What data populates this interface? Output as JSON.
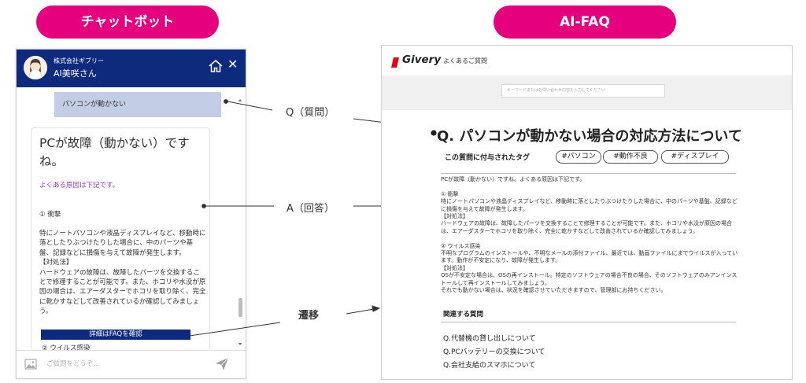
{
  "pills": {
    "chatbot": "チャットボット",
    "faq": "AI-FAQ"
  },
  "chatbot": {
    "company": "株式会社ギブリー",
    "bot_name": "AI美咲さん",
    "question": "パソコンが動かない",
    "answer_title": "PCが故障（動かない）ですね。",
    "answer_sub": "よくある原因は下記です。",
    "answer_heading": "① 衝撃",
    "answer_body": "特にノートパソコンや液晶ディスプレイなど、移動時に落としたりぶつけたりした場合に、中のパーツや基盤、記録などに損傷を与えて故障が発生します。\n【対処法】\nハードウェアの故障は、故障したパーツを交換することで修理することが可能です。また、ホコリや水没が原因の場合は、エアーダスターでホコリを取り除く、完全に乾かすなどして改善されているか確認してみましょう。",
    "faq_button": "詳細はFAQを確認",
    "partial_text": "② ウイルス感染",
    "input_placeholder": "ご質問をどうぞ…",
    "icons": [
      "home-icon",
      "close-icon",
      "image-icon",
      "send-icon"
    ]
  },
  "labels": {
    "q": "Q（質問）",
    "a": "A（回答）",
    "transition": "遷移"
  },
  "faq": {
    "logo": "Givery",
    "nav": "よくあるご質問",
    "search_placeholder": "キーワードまたはお問い合わせ内容を入力してください",
    "question": "Q.  パソコンが動かない場合の対応方法について",
    "tag_label": "この質問に付与されたタグ",
    "tags": [
      "#パソコン",
      "#動作不良",
      "#ディスプレイ"
    ],
    "body": "PCが故障（動かない）ですね。よくある原因は下記です。\n\n① 衝撃\n特にノートパソコンや液晶ディスプレイなど、移動時に落としたりぶつけたりした場合に、中のパーツや基盤、記録などに損傷を与えて故障が発生します。\n【対処法】\nハードウェアの故障は、故障したパーツを交換することで修理することが可能です。また、ホコリや水没が原因の場合は、エアーダスターでホコリを取り除く、完全に乾かすなどして改善されているか確認してみましょう。\n\n② ウイルス感染\n不明なプログラムのインストールや、不明なメールの添付ファイル、最近では、動画ファイルにまでウイルスが入っています。動作が不安定になり、故障が発生します。\n【対処法】\nOSが不安定な場合は、OSの再インストール。特定のソフトウェアの場合不良の場合、そのソフトウェアのみアンインストールして再インストールしてみましょう。\nそれでも動かない場合は、状況を確認させていただきますので、管理部にお持ちください。",
    "related_heading": "関連する質問",
    "related": [
      "Q.代替機の貸し出しについて",
      "Q.PCバッテリーの交換について",
      "Q.会社支給のスマホについて"
    ]
  },
  "colors": {
    "pill": "#e5007e",
    "chat_header": "#0d2a7d",
    "question_bubble": "#c4cde6",
    "sub_text": "#8e3ea6",
    "logo_red": "#e60012"
  }
}
